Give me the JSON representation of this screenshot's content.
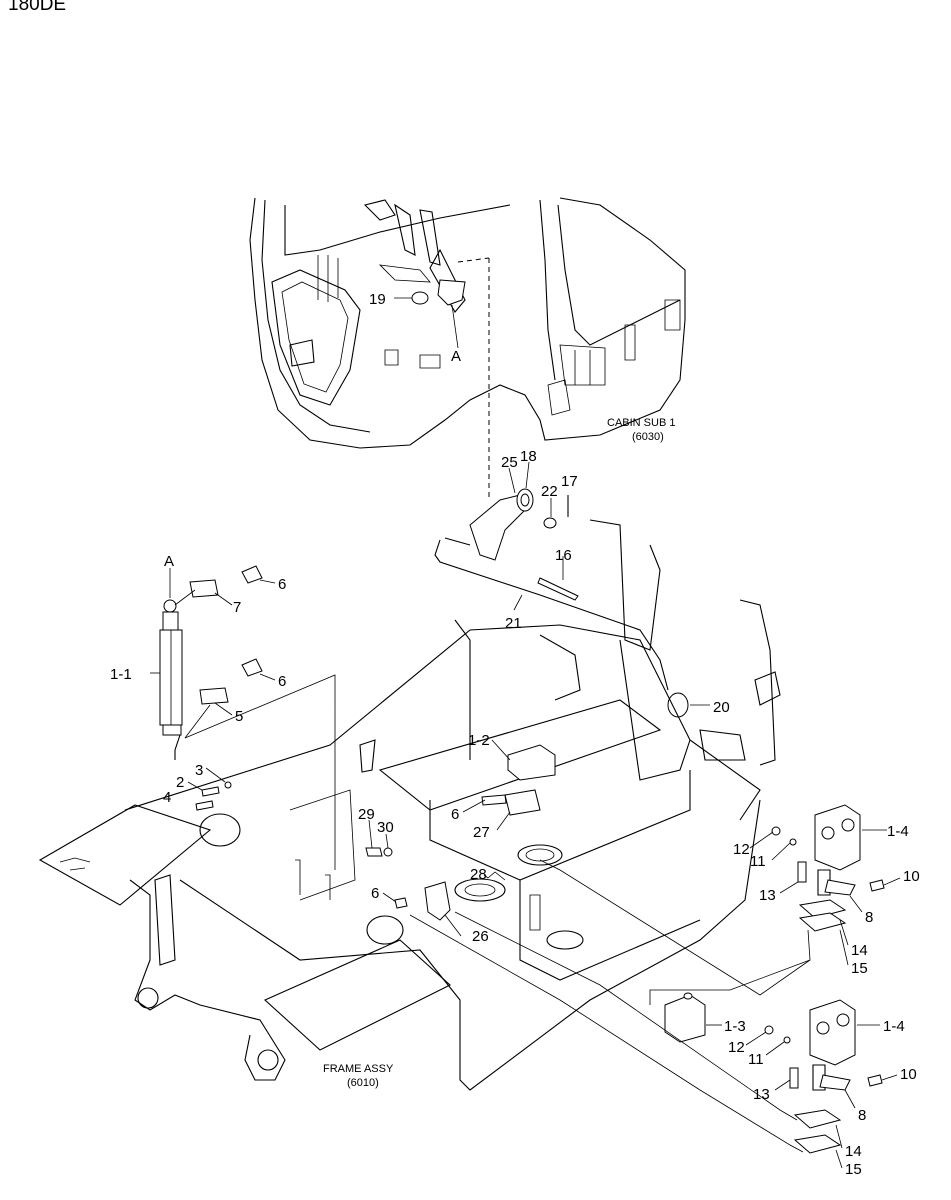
{
  "model": "180DE",
  "assemblies": {
    "cabin_name": "CABIN SUB 1",
    "cabin_code": "(6030)",
    "frame_name": "FRAME ASSY",
    "frame_code": "(6010)"
  },
  "callouts": {
    "c19": "19",
    "cA_top": "A",
    "c25": "25",
    "c18": "18",
    "c22": "22",
    "c17": "17",
    "c16": "16",
    "c21": "21",
    "c20": "20",
    "cA_left": "A",
    "c6a": "6",
    "c7": "7",
    "c11_1": "1-1",
    "c6b": "6",
    "c5": "5",
    "c3": "3",
    "c2": "2",
    "c4": "4",
    "c12_2": "1-2",
    "c6c": "6",
    "c27": "27",
    "c29": "29",
    "c30": "30",
    "c28": "28",
    "c6d": "6",
    "c26": "26",
    "c12a": "12",
    "c11a": "11",
    "c13a": "13",
    "c1_4a": "1-4",
    "c10a": "10",
    "c8a": "8",
    "c14a": "14",
    "c15a": "15",
    "c1_3": "1-3",
    "c12b": "12",
    "c11b": "11",
    "c13b": "13",
    "c1_4b": "1-4",
    "c10b": "10",
    "c8b": "8",
    "c14b": "14",
    "c15b": "15"
  }
}
